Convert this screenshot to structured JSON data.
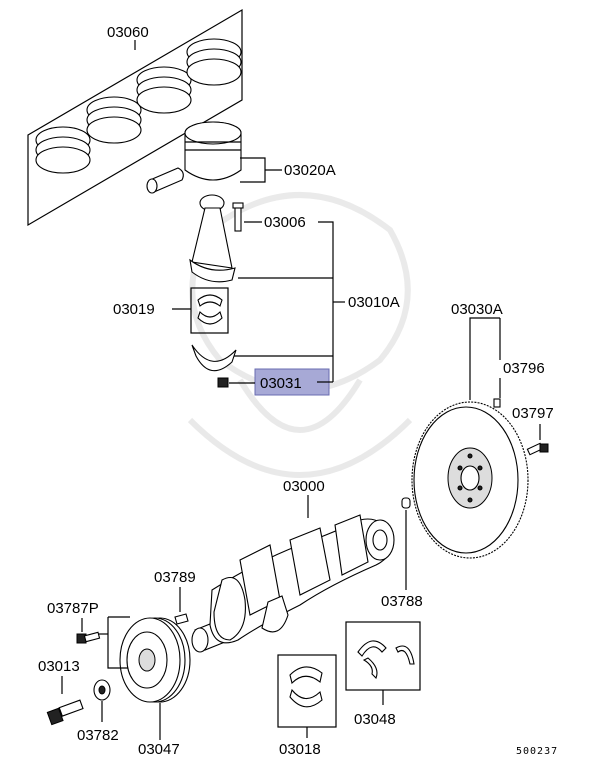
{
  "diagram": {
    "highlight_color": "#a7a9d6",
    "highlighted_part": "03031",
    "labels": {
      "p03060": "03060",
      "p03020A": "03020A",
      "p03006": "03006",
      "p03019": "03019",
      "p03010A": "03010A",
      "p03031": "03031",
      "p03030A": "03030A",
      "p03796": "03796",
      "p03797": "03797",
      "p03000": "03000",
      "p03789": "03789",
      "p03787P": "03787P",
      "p03788": "03788",
      "p03013": "03013",
      "p03782": "03782",
      "p03047": "03047",
      "p03018": "03018",
      "p03048": "03048"
    },
    "figure_code": "500237"
  }
}
